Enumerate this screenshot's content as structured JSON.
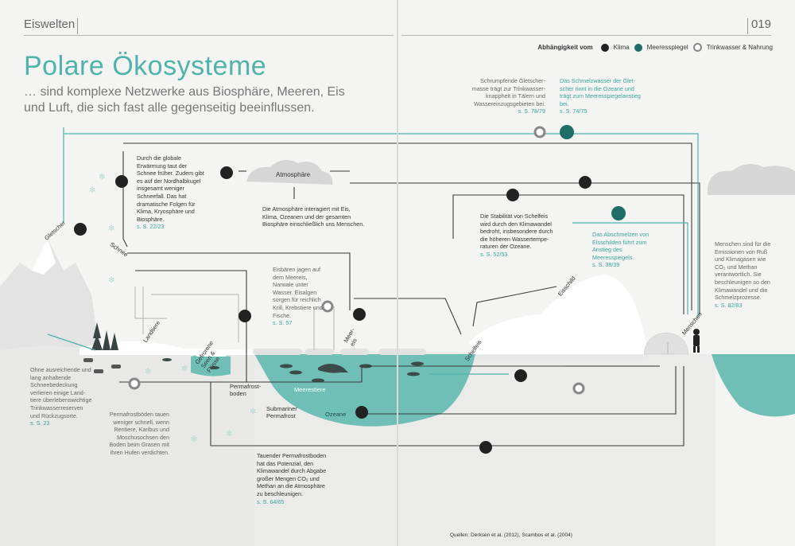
{
  "header": {
    "section": "Eiswelten",
    "page_number": "019"
  },
  "title": "Polare Ökosysteme",
  "subtitle": "… sind komplexe Netzwerke aus Biosphäre, Meeren, Eis und Luft, die sich fast alle gegenseitig beeinflussen.",
  "legend": {
    "title": "Abhängigkeit vom",
    "items": [
      "Klima",
      "Meeresspiegel",
      "Trinkwasser & Nahrung"
    ]
  },
  "texts": {
    "glacier": "Schrumpfende Gletscher­masse trägt zur Trinkwasser­knappheit in Tälern und Wassereinzugsgebieten bei.",
    "glacier_ref": "s. S. 78/79",
    "meltwater": "Das Schmelzwasser der Glet­scher rinnt in die Ozeane und trägt zum Meeresspiegel­anstieg bei.",
    "meltwater_ref": "s. S. 74/75",
    "snow": "Durch die globale Erwärmung taut der Schnee früher. Zudem gibt es auf der Nord­halbkugel insgesamt weniger Schneefall. Das hat dramatische Folgen für Klima, Kryo­sphäre und Biosphäre.",
    "snow_ref": "s. S. 22/23",
    "atmosphere": "Die Atmosphäre interagiert mit Eis, Klima, Ozeanen und der gesamten Biosphäre einschließlich uns Menschen.",
    "polarbear": "Eisbären jagen auf dem Meer­eis, Narwale unter Wasser. Eisalgen sorgen für reichlich Krill, Krebstiere und Fische.",
    "polarbear_ref": "s. S. 57",
    "shelf": "Die Stabilität von Schelf­eis wird durch den Klimawandel bedroht, insbesondere durch die höheren Wassertempe­raturen der Ozeane.",
    "shelf_ref": "s. S. 52/53",
    "icesheet": "Das Abschmelzen von Eisschilden führt zum Anstieg des Meeresspiegels.",
    "icesheet_ref": "s. S. 38/39",
    "humans": "Menschen sind für die Emissi­onen von Ruß und Klimagasen wie CO₂ und Methan verantwortlich. Sie beschleunigen so den Klimawandel und die Schmelz­prozesse.",
    "humans_ref": "s. S. 82/83",
    "landanimals": "Ohne ausreichende und lang anhaltende Schneebedeckung verlieren einige Land­tiere überlebens­wichtige Trinkwasser­reserven und Rückzugsorte.",
    "landanimals_ref": "s. S. 23",
    "permafrost": "Permafrostböden tauen weniger schnell, wenn Ren­tiere, Karibus und Moschusochsen den Boden beim Grasen mit ihren Hufen verdichten.",
    "thawing": "Tauender Permafrostbo­den hat das Potenzial, den Klimawandel durch Abgabe großer Mengen CO₂ und Methan an die Atmosphäre zu be­schleunigen.",
    "thawing_ref": "s. S. 64/65"
  },
  "labels": {
    "gletscher": "Gletscher",
    "schnee": "Schnee",
    "landtiere": "Landtiere",
    "seen": "Gefrorene Seen & Flüsse",
    "atmosphaere": "Atmosphäre",
    "permafrostboden": "Permafrost­boden",
    "submarin": "Submariner Permafrost",
    "meerestiere": "Meerestiere",
    "ozeane": "Ozeane",
    "meereis": "Meer­eis",
    "schelfeis": "Schelfeis",
    "eisschild": "Eisschild",
    "menschen": "Menschen"
  },
  "sources": "Quellen: Derksen et al. (2012), Scambos et al. (2004)",
  "colors": {
    "teal": "#4fb3ab",
    "water": "#6fbfb7",
    "dark": "#222222",
    "ice": "#ffffff",
    "gray": "#d6d6d6"
  }
}
